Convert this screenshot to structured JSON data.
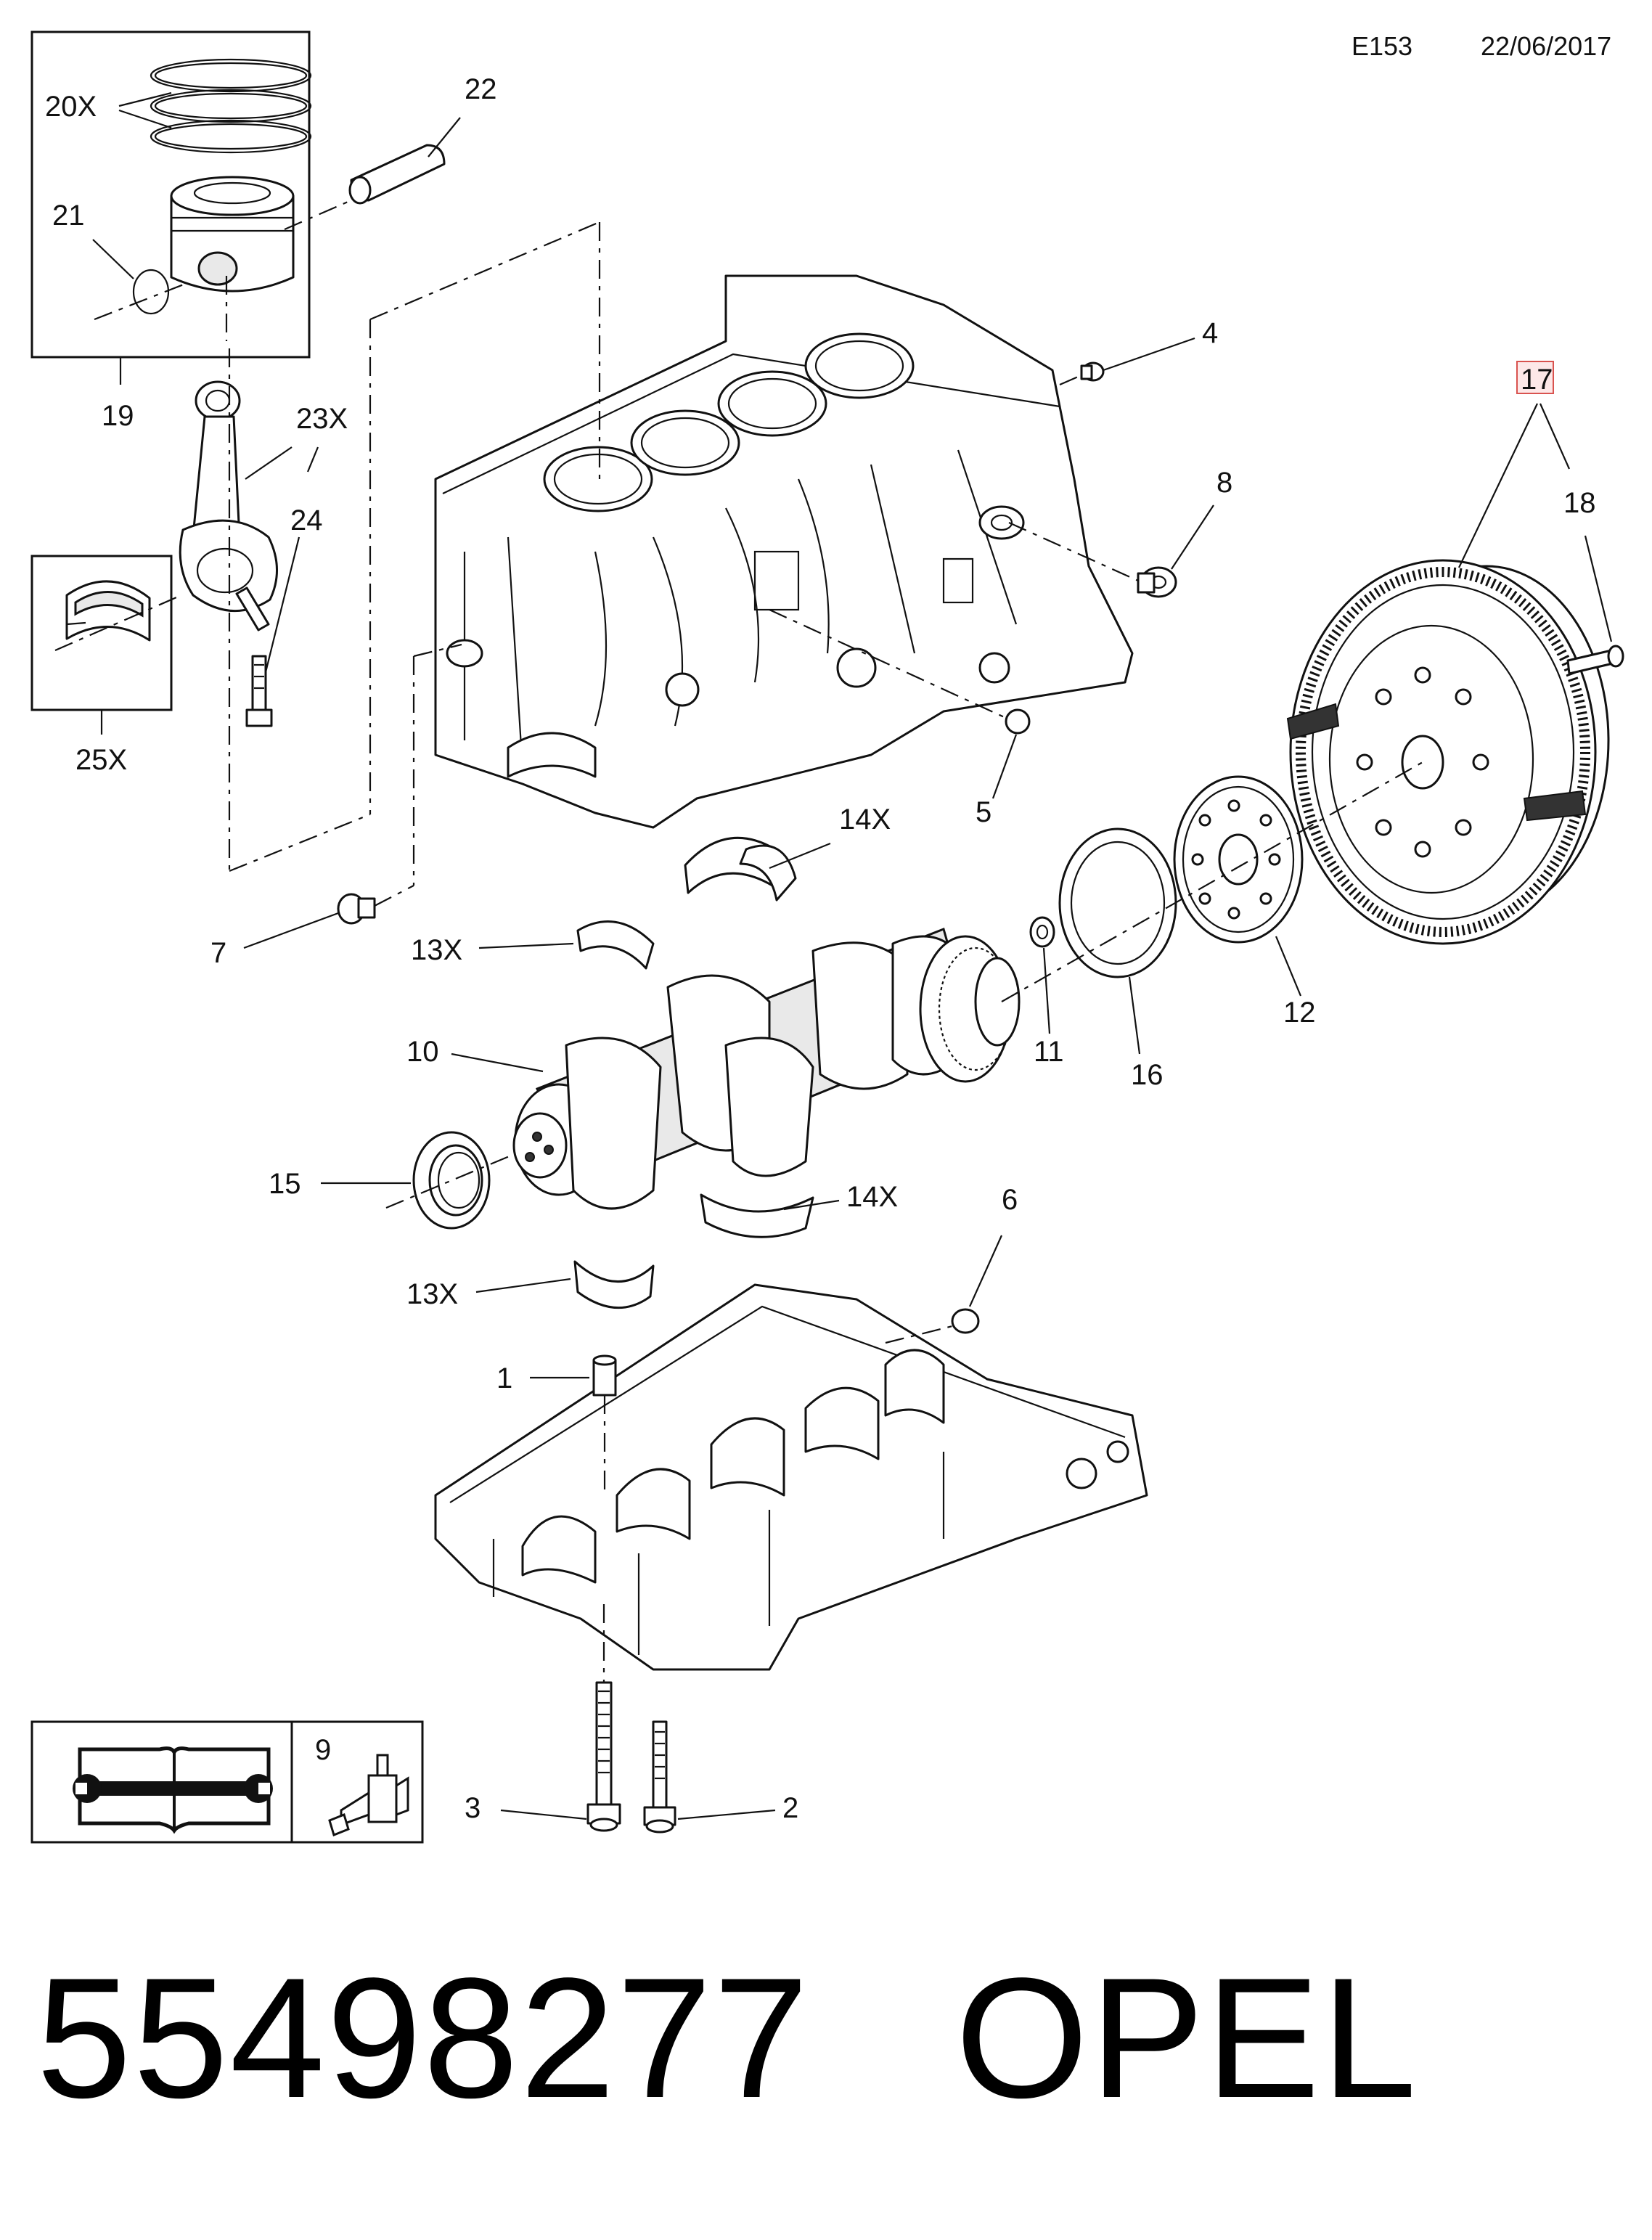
{
  "header": {
    "code": "E153",
    "date": "22/06/2017"
  },
  "callouts": {
    "c1": "1",
    "c2": "2",
    "c3": "3",
    "c4": "4",
    "c5": "5",
    "c6": "6",
    "c7": "7",
    "c8": "8",
    "c9": "9",
    "c10": "10",
    "c11": "11",
    "c12": "12",
    "c13a": "13X",
    "c13b": "13X",
    "c14a": "14X",
    "c14b": "14X",
    "c15": "15",
    "c16": "16",
    "c17": "17",
    "c18": "18",
    "c19": "19",
    "c20": "20X",
    "c21": "21",
    "c22": "22",
    "c23": "23X",
    "c24": "24",
    "c25": "25X"
  },
  "highlight": {
    "callout": "17",
    "border_color": "#d9534f",
    "fill_color": "#fde8e8"
  },
  "footer": {
    "part_number": "55498277",
    "brand": "OPEL"
  },
  "icons": [
    "service-manual-icon",
    "sealant-bottle-icon"
  ]
}
